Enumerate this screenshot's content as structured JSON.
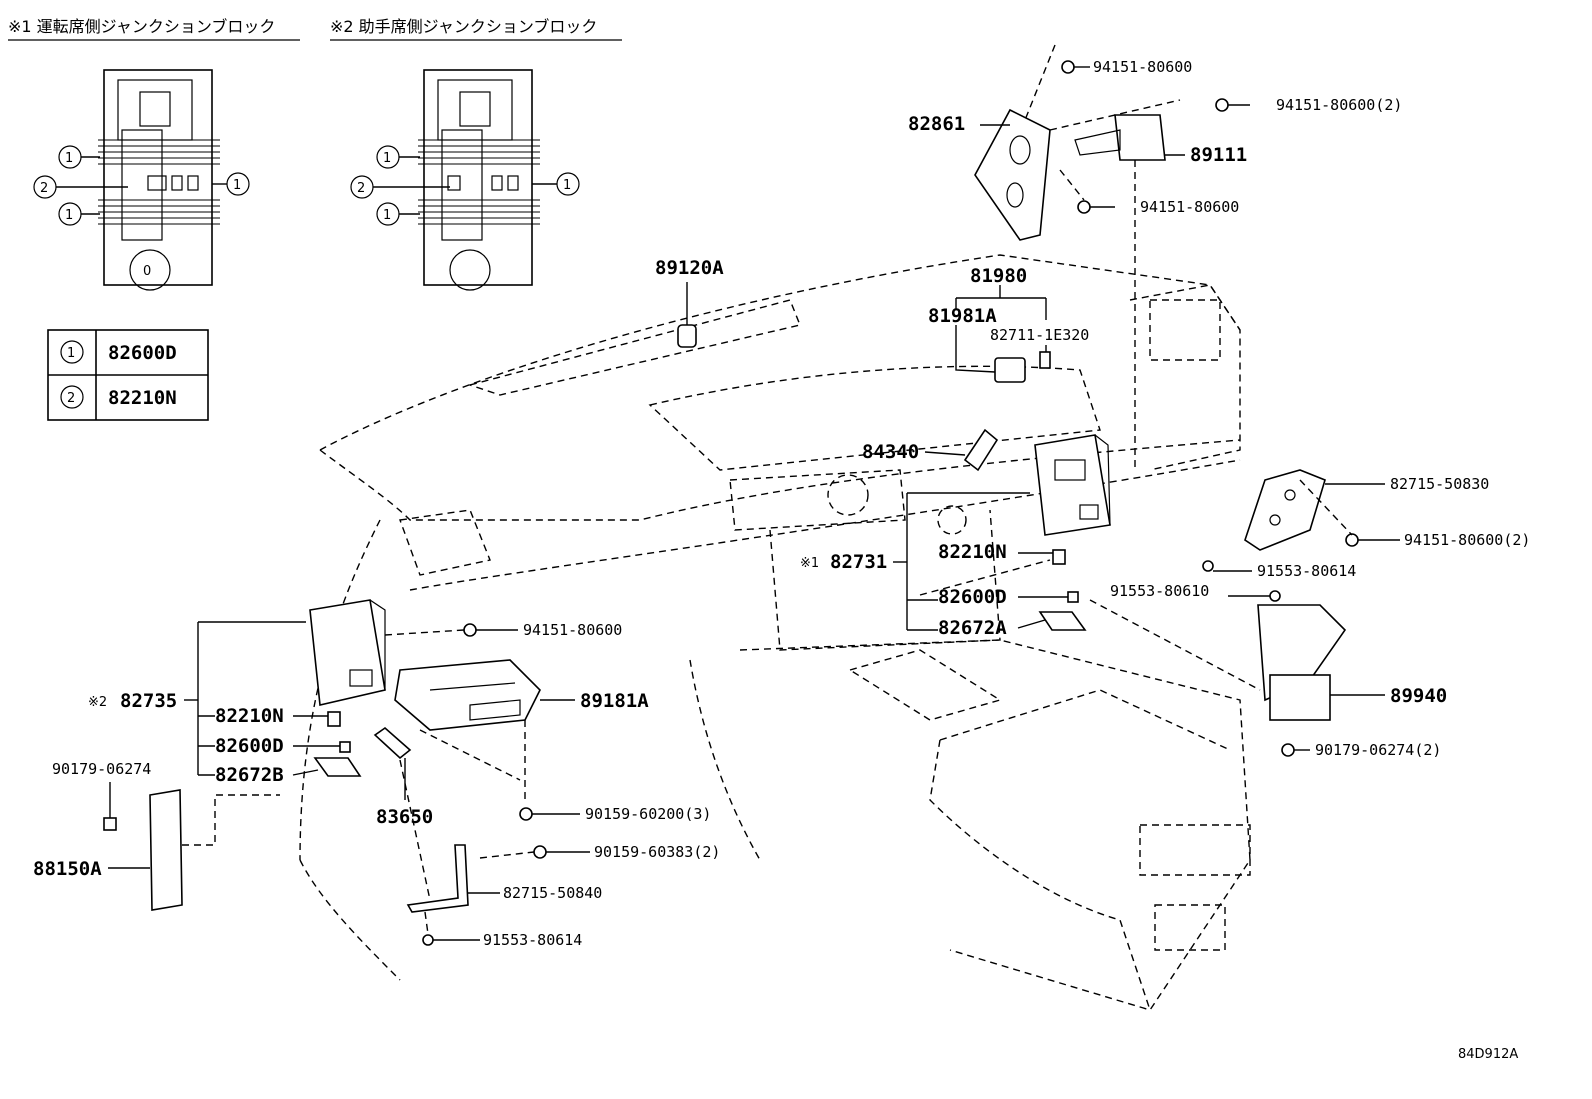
{
  "headers": {
    "driver_jb": "※1 運転席側ジャンクションブロック",
    "passenger_jb": "※2 助手席側ジャンクションブロック"
  },
  "legend": {
    "rows": [
      {
        "circle": "1",
        "part": "82600D"
      },
      {
        "circle": "2",
        "part": "82210N"
      }
    ]
  },
  "callouts": {
    "c1": "1",
    "c2": "2",
    "c3": "1",
    "c4": "1",
    "c5": "1",
    "c6": "2",
    "c7": "1",
    "c8": "1",
    "zero": "0"
  },
  "labels": {
    "p89120A": "89120A",
    "p82861": "82861",
    "p94151a": "94151-80600",
    "p94151b": "94151-80600(2)",
    "p89111": "89111",
    "p94151c": "94151-80600",
    "p81980": "81980",
    "p81981A": "81981A",
    "p82711": "82711-1E320",
    "p84340": "84340",
    "p82715_50830": "82715-50830",
    "p94151d": "94151-80600(2)",
    "p91553a": "91553-80614",
    "p91553b": "91553-80610",
    "p82731_mark": "※1",
    "p82731": "82731",
    "p82210N_r": "82210N",
    "p82600D_r": "82600D",
    "p82672A": "82672A",
    "p89940": "89940",
    "p90179_r": "90179-06274(2)",
    "p94151e": "94151-80600",
    "p82735_mark": "※2",
    "p82735": "82735",
    "p82210N_l": "82210N",
    "p82600D_l": "82600D",
    "p82672B": "82672B",
    "p89181A": "89181A",
    "p90179_l": "90179-06274",
    "p83650": "83650",
    "p88150A": "88150A",
    "p90159a": "90159-60200(3)",
    "p90159b": "90159-60383(2)",
    "p82715_50840": "82715-50840",
    "p91553c": "91553-80614"
  },
  "figure_code": "84D912A"
}
